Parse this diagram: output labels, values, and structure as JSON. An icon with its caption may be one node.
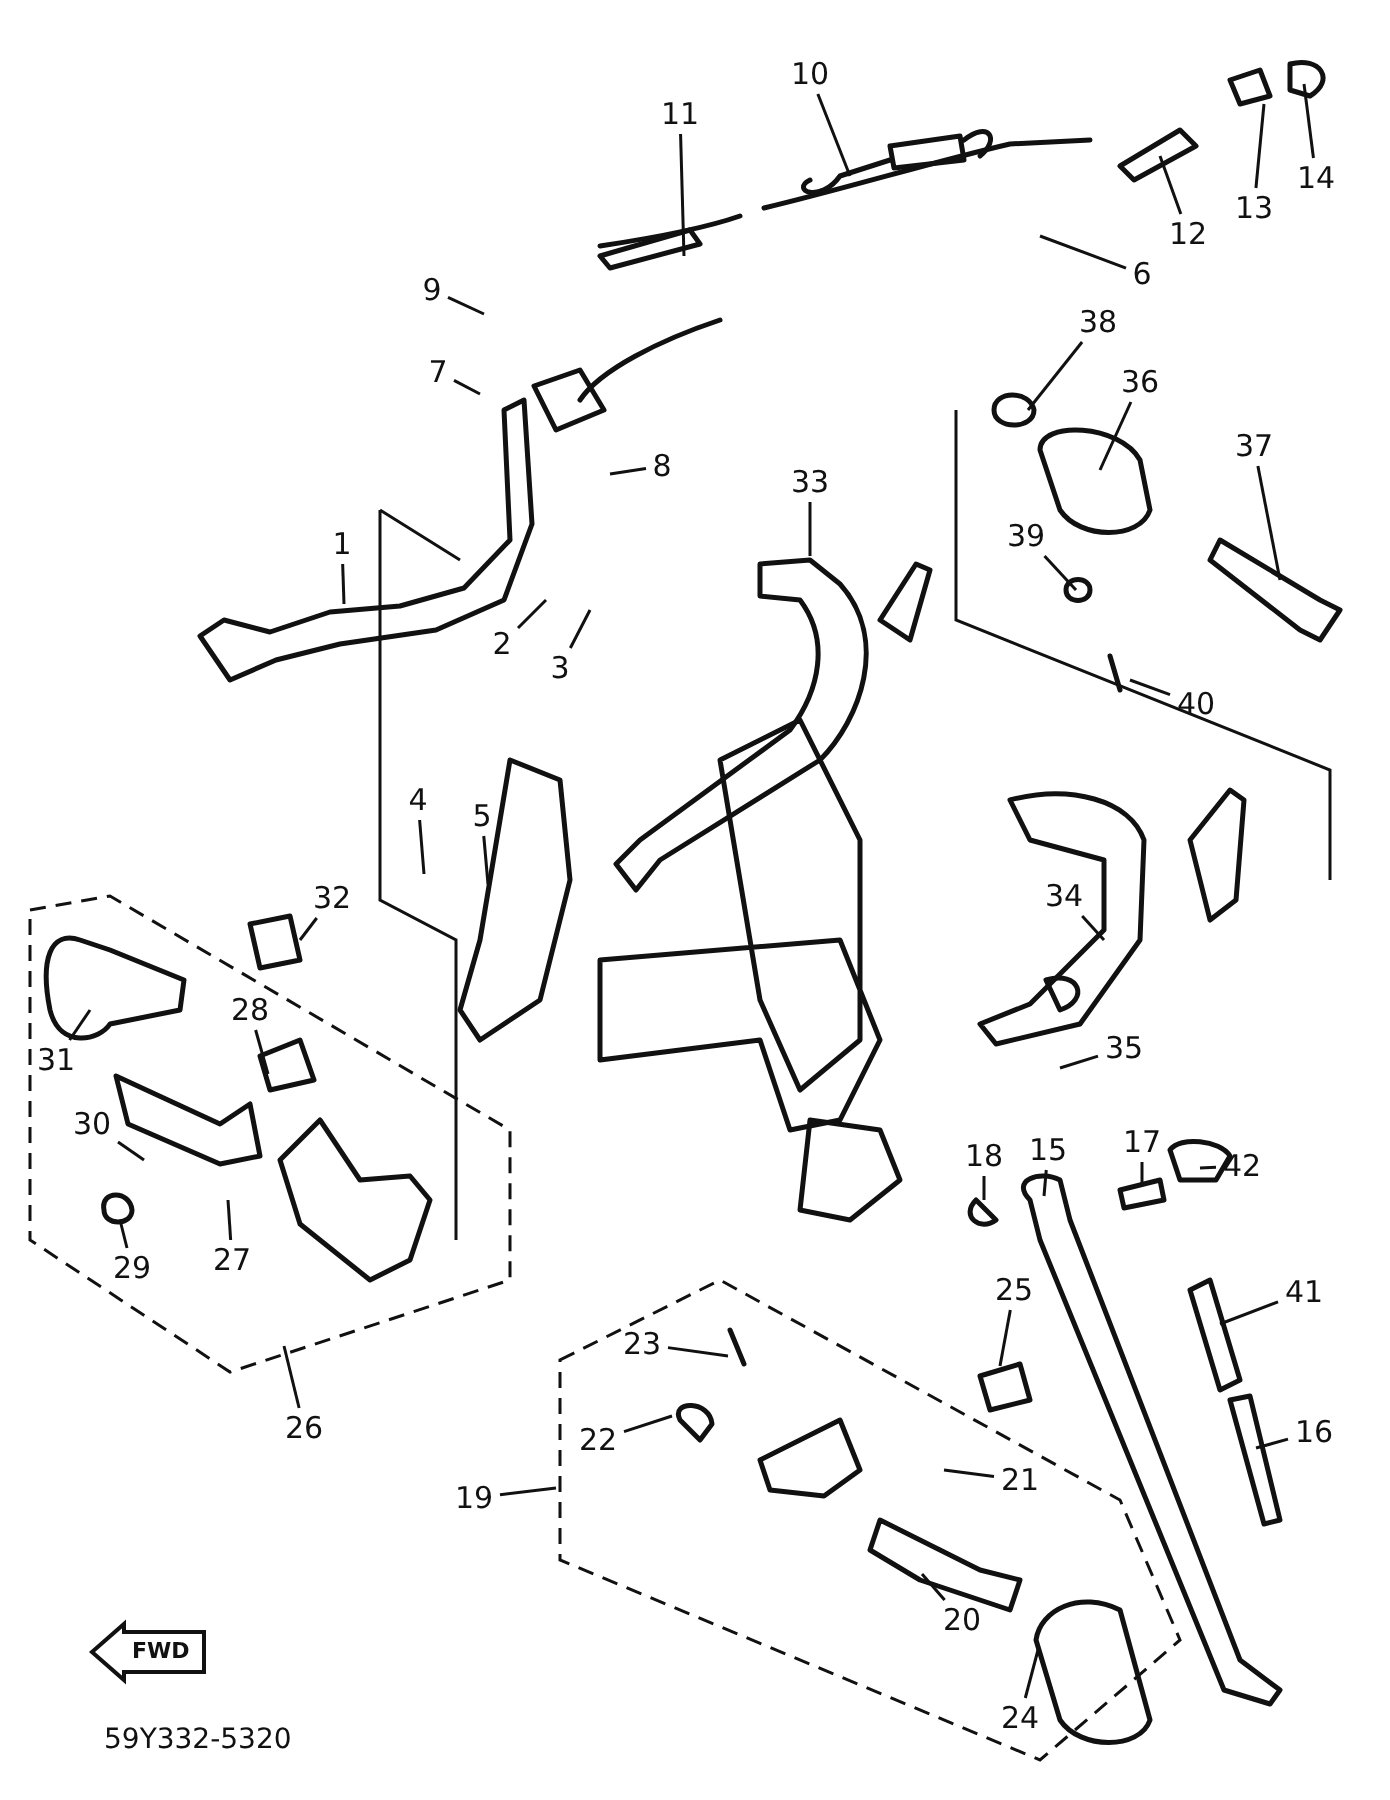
{
  "diagram": {
    "nodes": [
      {
        "text": [
          "1"
        ]
      },
      {
        "text": [
          "2"
        ]
      },
      {
        "text": [
          "3"
        ]
      },
      {
        "text": [
          "4"
        ]
      },
      {
        "text": [
          "5"
        ]
      },
      {
        "text": [
          "6"
        ]
      },
      {
        "text": [
          "7"
        ]
      },
      {
        "text": [
          "8"
        ]
      },
      {
        "text": [
          "9"
        ]
      },
      {
        "text": [
          "10"
        ]
      },
      {
        "text": [
          "11"
        ]
      },
      {
        "text": [
          "12"
        ]
      },
      {
        "text": [
          "13"
        ]
      },
      {
        "text": [
          "14"
        ]
      },
      {
        "text": [
          "15"
        ]
      },
      {
        "text": [
          "16"
        ]
      },
      {
        "text": [
          "17"
        ]
      },
      {
        "text": [
          "18"
        ]
      },
      {
        "text": [
          "19"
        ]
      },
      {
        "text": [
          "20"
        ]
      },
      {
        "text": [
          "21"
        ]
      },
      {
        "text": [
          "22"
        ]
      },
      {
        "text": [
          "23"
        ]
      },
      {
        "text": [
          "24"
        ]
      },
      {
        "text": [
          "25"
        ]
      },
      {
        "text": [
          "26"
        ]
      },
      {
        "text": [
          "27"
        ]
      },
      {
        "text": [
          "28"
        ]
      },
      {
        "text": [
          "29"
        ]
      },
      {
        "text": [
          "30"
        ]
      },
      {
        "text": [
          "31"
        ]
      },
      {
        "text": [
          "32"
        ]
      },
      {
        "text": [
          "33"
        ]
      },
      {
        "text": [
          "34"
        ]
      },
      {
        "text": [
          "35"
        ]
      },
      {
        "text": [
          "36"
        ]
      },
      {
        "text": [
          "37"
        ]
      },
      {
        "text": [
          "38"
        ]
      },
      {
        "text": [
          "39"
        ]
      },
      {
        "text": [
          "40"
        ]
      },
      {
        "text": [
          "41"
        ]
      },
      {
        "text": [
          "42"
        ]
      }
    ],
    "edges": [
      {
        "from": 0,
        "to": null,
        "arrow": "none"
      },
      {
        "from": 1,
        "to": null,
        "arrow": "none"
      },
      {
        "from": 2,
        "to": null,
        "arrow": "none"
      },
      {
        "from": 3,
        "to": null,
        "arrow": "none"
      },
      {
        "from": 4,
        "to": null,
        "arrow": "none"
      },
      {
        "from": 5,
        "to": null,
        "arrow": "none"
      },
      {
        "from": 6,
        "to": null,
        "arrow": "none"
      },
      {
        "from": 7,
        "to": null,
        "arrow": "none"
      },
      {
        "from": 8,
        "to": null,
        "arrow": "none"
      },
      {
        "from": 9,
        "to": null,
        "arrow": "none"
      },
      {
        "from": 10,
        "to": null,
        "arrow": "none"
      },
      {
        "from": 11,
        "to": null,
        "arrow": "none"
      },
      {
        "from": 12,
        "to": null,
        "arrow": "none"
      },
      {
        "from": 13,
        "to": null,
        "arrow": "none"
      },
      {
        "from": 14,
        "to": null,
        "arrow": "none"
      },
      {
        "from": 15,
        "to": null,
        "arrow": "none"
      },
      {
        "from": 16,
        "to": null,
        "arrow": "none"
      },
      {
        "from": 17,
        "to": null,
        "arrow": "none"
      },
      {
        "from": 18,
        "to": null,
        "arrow": "none"
      },
      {
        "from": 19,
        "to": null,
        "arrow": "none"
      },
      {
        "from": 20,
        "to": null,
        "arrow": "none"
      },
      {
        "from": 21,
        "to": null,
        "arrow": "none"
      },
      {
        "from": 22,
        "to": null,
        "arrow": "none"
      },
      {
        "from": 23,
        "to": null,
        "arrow": "none"
      },
      {
        "from": 24,
        "to": null,
        "arrow": "none"
      },
      {
        "from": 25,
        "to": null,
        "arrow": "none"
      },
      {
        "from": 26,
        "to": null,
        "arrow": "none"
      },
      {
        "from": 27,
        "to": null,
        "arrow": "none"
      },
      {
        "from": 28,
        "to": null,
        "arrow": "none"
      },
      {
        "from": 29,
        "to": null,
        "arrow": "none"
      },
      {
        "from": 30,
        "to": null,
        "arrow": "none"
      },
      {
        "from": 31,
        "to": null,
        "arrow": "none"
      },
      {
        "from": 32,
        "to": null,
        "arrow": "none"
      },
      {
        "from": 33,
        "to": null,
        "arrow": "none"
      },
      {
        "from": 34,
        "to": null,
        "arrow": "none"
      },
      {
        "from": 35,
        "to": null,
        "arrow": "none"
      },
      {
        "from": 36,
        "to": null,
        "arrow": "none"
      },
      {
        "from": 37,
        "to": null,
        "arrow": "none"
      },
      {
        "from": 38,
        "to": null,
        "arrow": "none"
      },
      {
        "from": 39,
        "to": null,
        "arrow": "none"
      },
      {
        "from": 40,
        "to": null,
        "arrow": "none"
      },
      {
        "from": 41,
        "to": null,
        "arrow": "none"
      }
    ],
    "labels": [
      "FWD",
      "59Y332-5320"
    ]
  }
}
